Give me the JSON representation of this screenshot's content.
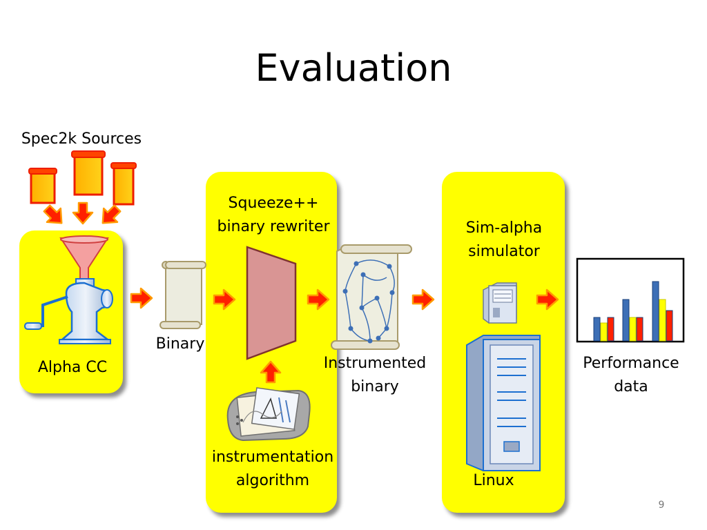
{
  "title": "Evaluation",
  "labels": {
    "spec_sources": "Spec2k Sources",
    "alpha_cc": "Alpha CC",
    "binary": "Binary",
    "squeeze_line1": "Squeeze++",
    "squeeze_line2": "binary rewriter",
    "instr_algo_line1": "instrumentation",
    "instr_algo_line2": "algorithm",
    "instrumented_line1": "Instrumented",
    "instrumented_line2": "binary",
    "sim_line1": "Sim-alpha",
    "sim_line2": "simulator",
    "linux": "Linux",
    "perf_line1": "Performance",
    "perf_line2": "data"
  },
  "page_number": "9",
  "colors": {
    "box_yellow": "#ffff00",
    "arrow_red": "#ff2000",
    "arrow_outline": "#ff9a00",
    "trapezoid_fill": "#d99594",
    "bar_blue": "#3d6fb6",
    "bar_yellow": "#ffff00",
    "bar_red": "#ff2000"
  },
  "icons": {
    "sources": "scroll-stack-icon",
    "compiler": "meat-grinder-icon",
    "binary": "scroll-icon",
    "rewriter": "trapezoid-shape",
    "algorithm": "blueprint-icon",
    "instrumented": "graph-scroll-icon",
    "simulator": "computer-tower-icon",
    "performance": "bar-chart-icon"
  }
}
